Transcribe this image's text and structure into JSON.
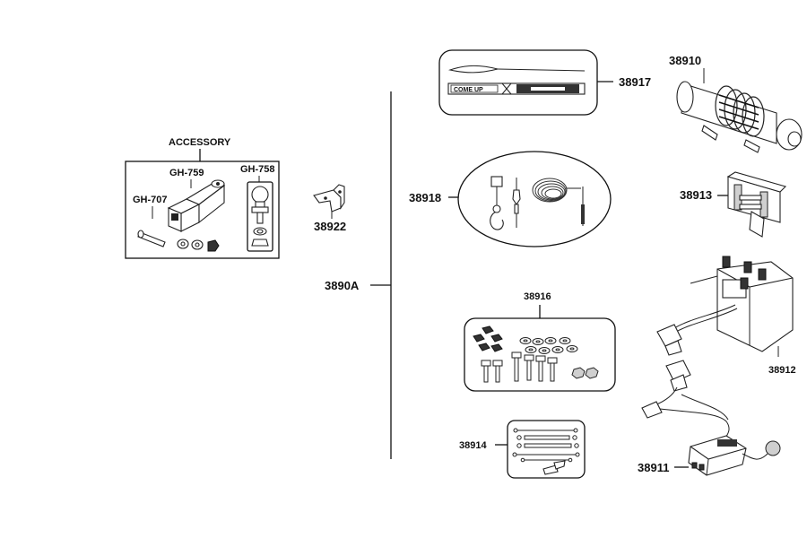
{
  "labels": {
    "accessory": "ACCESSORY",
    "gh759": "GH-759",
    "gh758": "GH-758",
    "gh707": "GH-707",
    "p38922": "38922",
    "p3890a": "3890A",
    "p38917": "38917",
    "p38918": "38918",
    "p38916": "38916",
    "p38914": "38914",
    "p38910": "38910",
    "p38913": "38913",
    "p38912": "38912",
    "p38911": "38911"
  },
  "tag_text": "COME UP"
}
